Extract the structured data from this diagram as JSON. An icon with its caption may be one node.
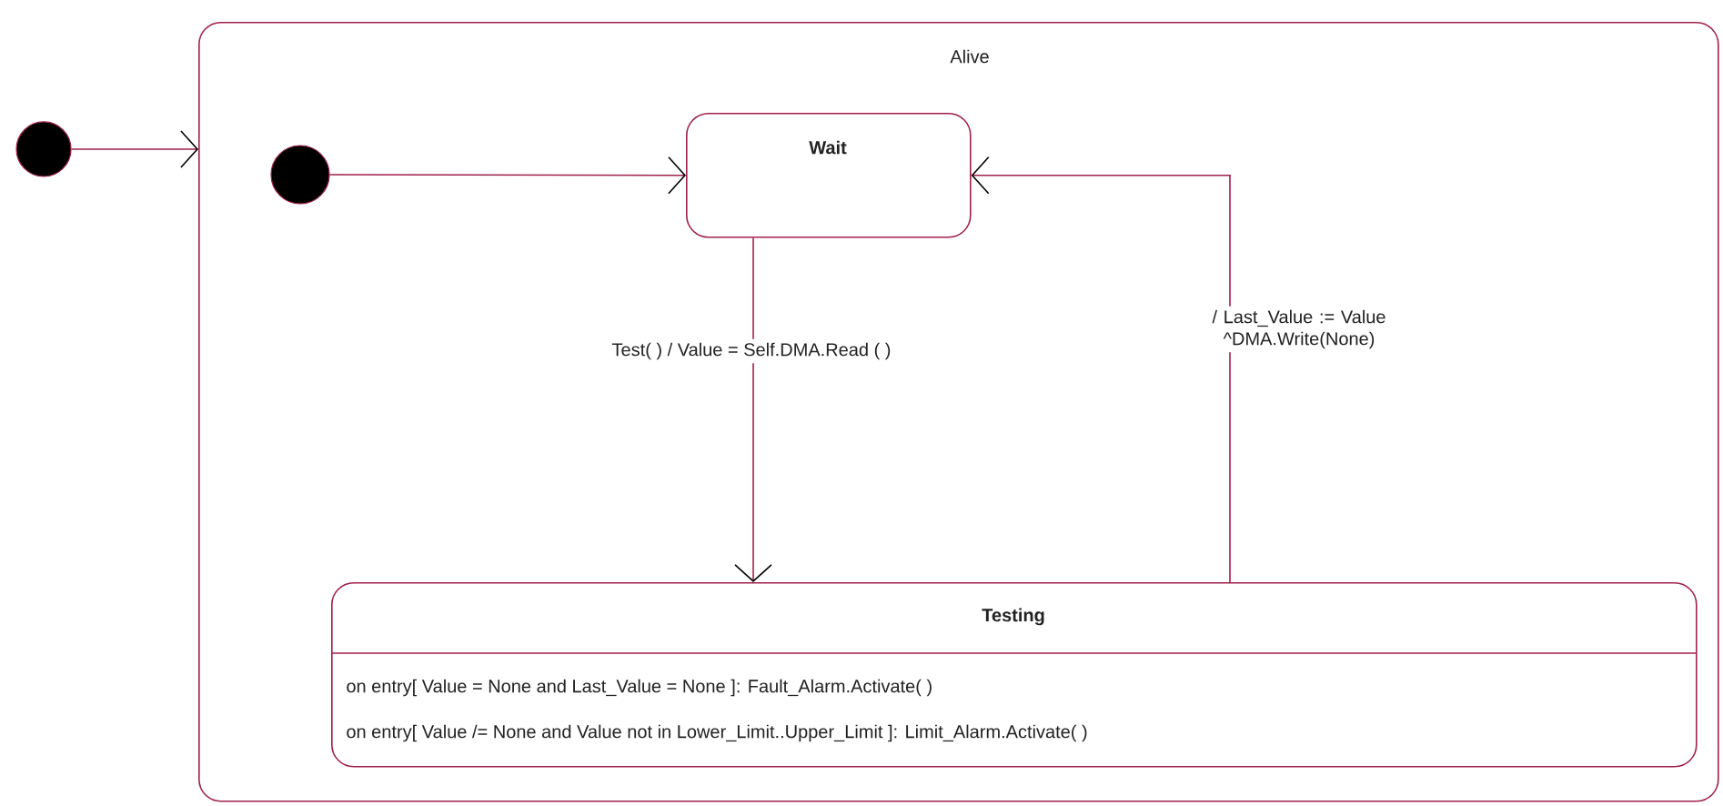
{
  "diagram": {
    "nodes": [
      {
        "text": [
          "Alive"
        ]
      },
      {
        "text": [],
        "shape": "circle"
      },
      {
        "text": [],
        "shape": "circle",
        "in": 0
      },
      {
        "text": [
          "Wait"
        ],
        "in": 0
      },
      {
        "text": [
          "Testing",
          "on entry[ Value = None and Last_Value = None ]: Fault_Alarm.Activate( )",
          "on entry[ Value /= None and Value not in Lower_Limit..Upper_Limit ]: Limit_Alarm.Activate( )"
        ],
        "in": 0
      }
    ],
    "edges": [
      {
        "from": 1,
        "to": 0,
        "arrow": "to"
      },
      {
        "from": 2,
        "to": 3,
        "arrow": "to"
      },
      {
        "from": 3,
        "to": 4,
        "arrow": "to",
        "label": "Test( ) / Value = Self.DMA.Read ( )"
      },
      {
        "from": 4,
        "to": 3,
        "arrow": "to",
        "label": "/ Last_Value := Value ^DMA.Write(None)"
      }
    ]
  }
}
